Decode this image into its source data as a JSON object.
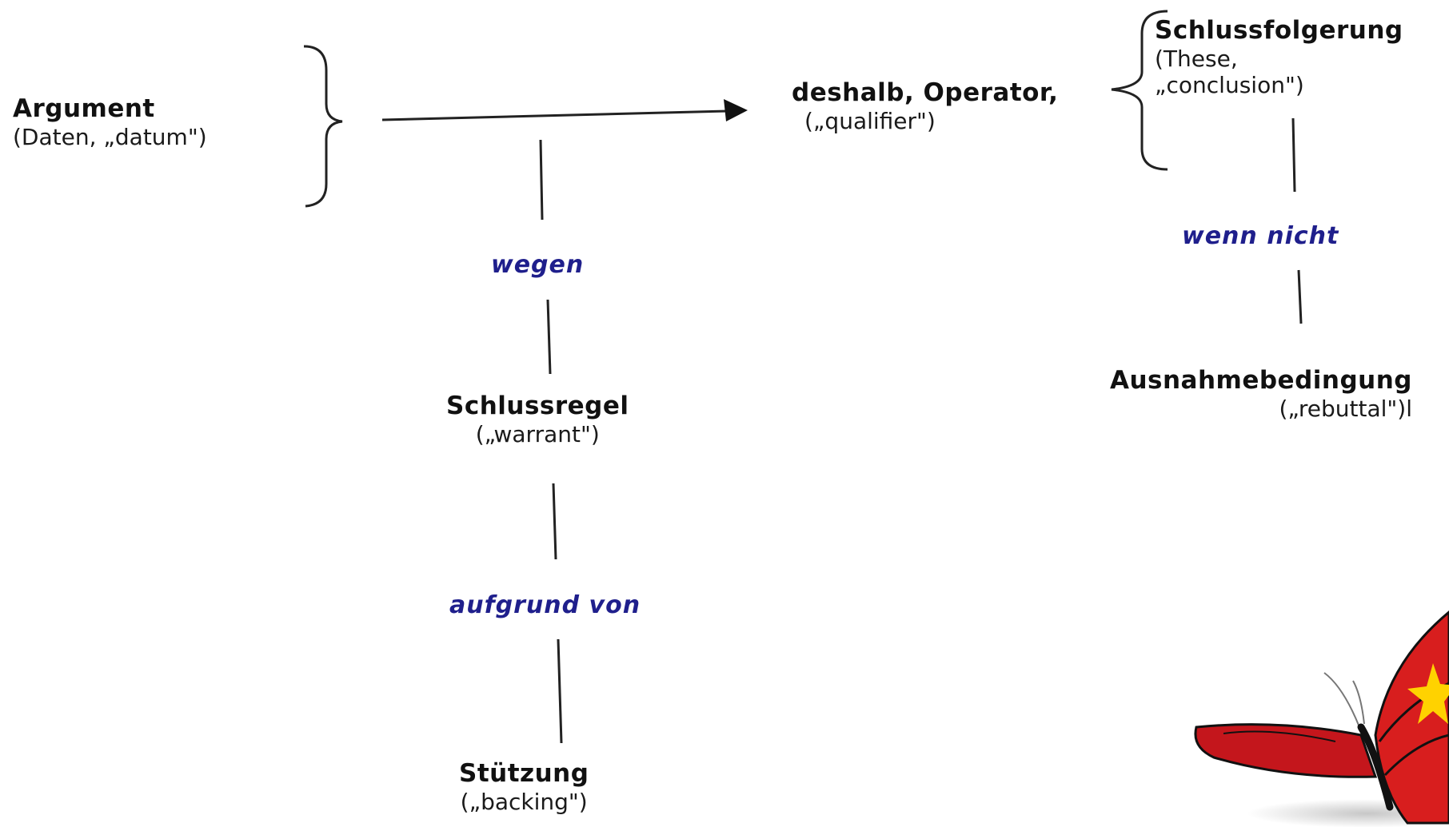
{
  "diagram": {
    "argument": {
      "title": "Argument",
      "sub": "(Daten, „datum\")"
    },
    "qualifier": {
      "title": "deshalb, Operator,",
      "sub": "(„qualifier\")"
    },
    "conclusion": {
      "title": "Schlussfolgerung",
      "sub_line1": "(These,",
      "sub_line2": "„conclusion\")"
    },
    "connector_because": "wegen",
    "warrant": {
      "title": "Schlussregel",
      "sub": "(„warrant\")"
    },
    "connector_on_account_of": "aufgrund von",
    "backing": {
      "title": "Stützung",
      "sub": "(„backing\")"
    },
    "connector_unless": "wenn nicht",
    "rebuttal": {
      "title": "Ausnahmebedingung",
      "sub": "(„rebuttal\")l"
    }
  },
  "colors": {
    "connector_text": "#1f1f8c",
    "line": "#222222",
    "butterfly_red": "#d81e1e",
    "butterfly_star": "#ffd200"
  }
}
